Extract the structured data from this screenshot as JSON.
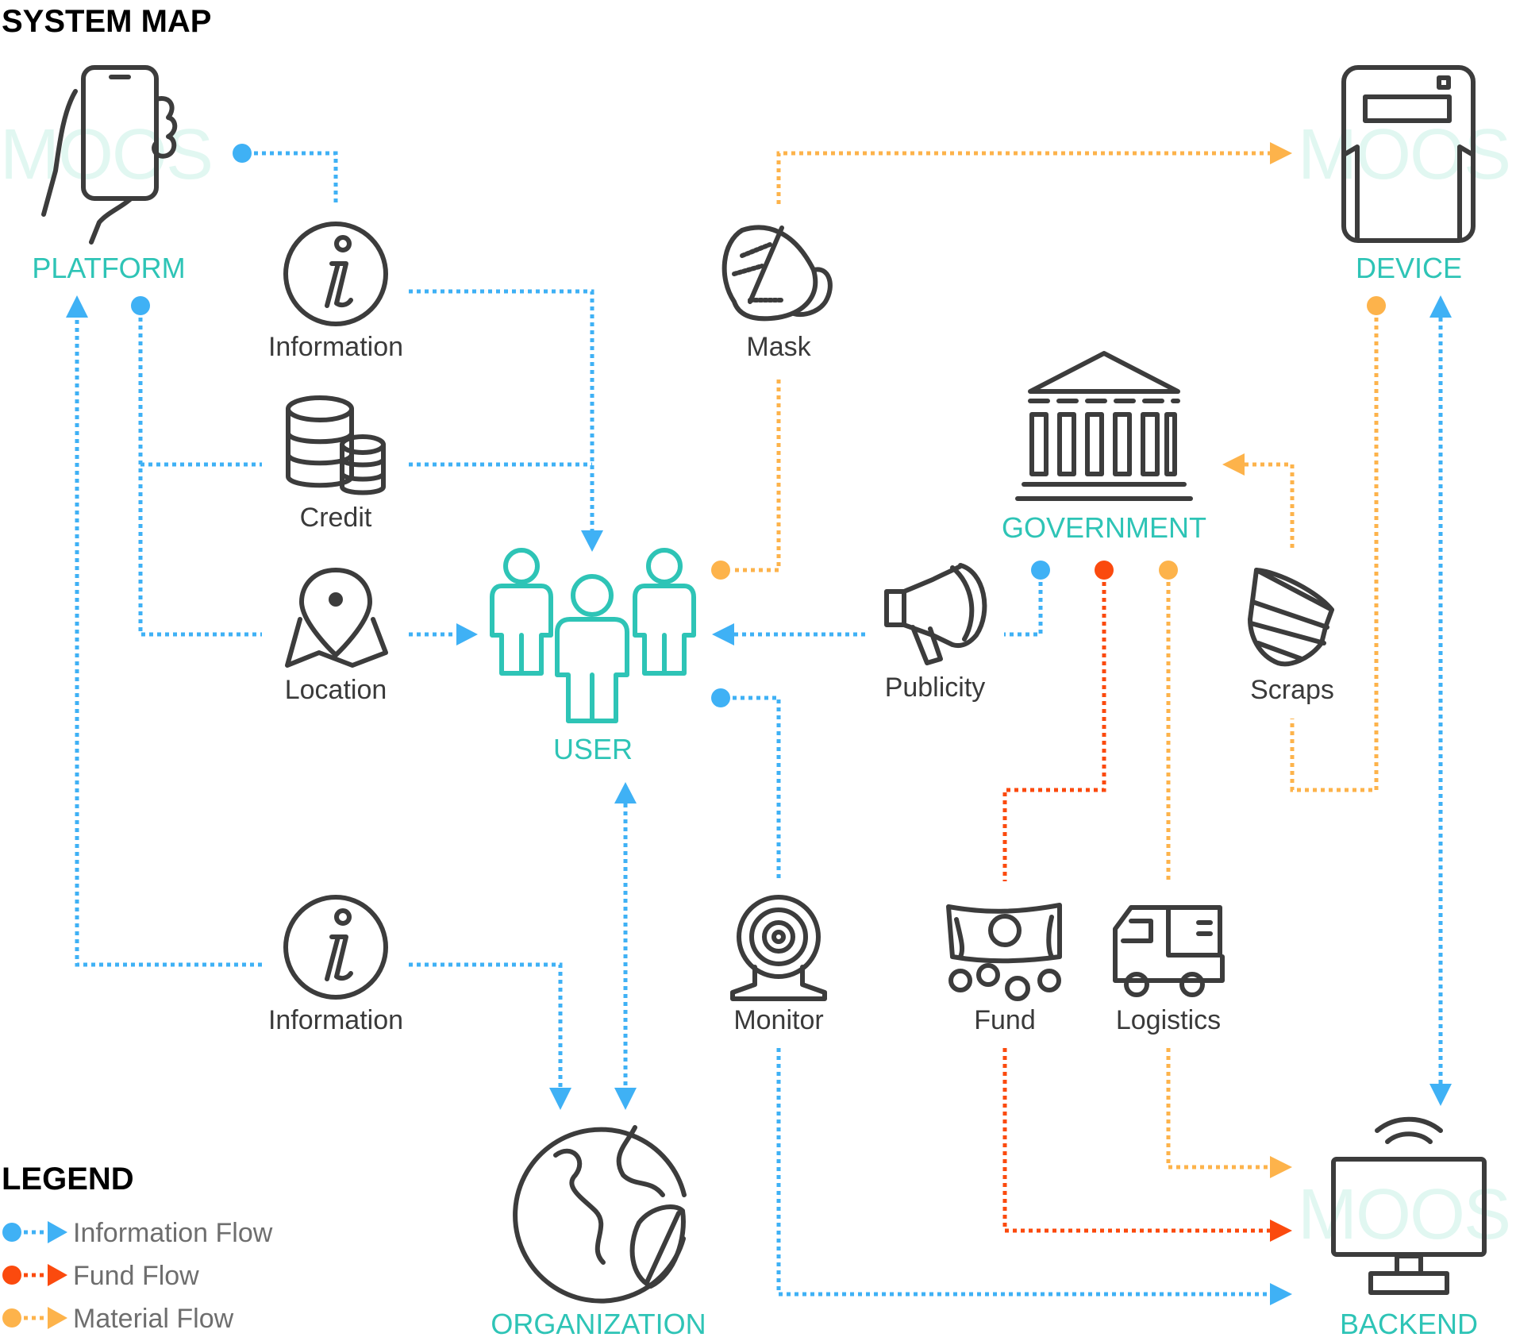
{
  "title": "SYSTEM MAP",
  "nodes": {
    "platform": "PLATFORM",
    "device": "DEVICE",
    "government": "GOVERNMENT",
    "user": "USER",
    "organization": "ORGANIZATION",
    "backend": "BACKEND"
  },
  "items": {
    "information_top": "Information",
    "credit": "Credit",
    "location": "Location",
    "mask": "Mask",
    "publicity": "Publicity",
    "scraps": "Scraps",
    "information_bottom": "Information",
    "monitor": "Monitor",
    "fund": "Fund",
    "logistics": "Logistics"
  },
  "watermark": "MOOS",
  "legend": {
    "title": "LEGEND",
    "entries": [
      {
        "label": "Information Flow",
        "color": "#3fb1f5"
      },
      {
        "label": "Fund Flow",
        "color": "#fb4a0e"
      },
      {
        "label": "Material Flow",
        "color": "#fdb34b"
      }
    ]
  },
  "colors": {
    "information": "#3fb1f5",
    "fund": "#fb4a0e",
    "material": "#fdb34b",
    "node_label": "#2ec4b6",
    "icon": "#3c3c3c"
  }
}
